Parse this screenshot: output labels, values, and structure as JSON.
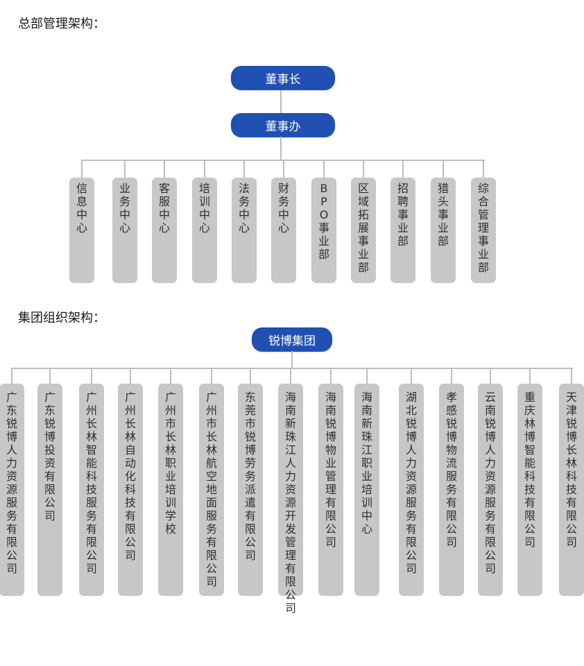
{
  "hq": {
    "title": "总部管理架构：",
    "chairman": "董事长",
    "office": "董事办",
    "departments": [
      "信息中心",
      "业务中心",
      "客服中心",
      "培训中心",
      "法务中心",
      "财务中心",
      "BPO事业部",
      "区域拓展事业部",
      "招聘事业部",
      "猎头事业部",
      "综合管理事业部"
    ]
  },
  "group": {
    "title": "集团组织架构：",
    "root": "锐博集团",
    "companies": [
      "广东锐博人力资源服务有限公司",
      "广东锐博投资有限公司",
      "广州长林智能科技服务有限公司",
      "广州长林自动化科技有限公司",
      "广州市长林职业培训学校",
      "广州市长林航空地面服务有限公司",
      "东莞市锐博劳务派遣有限公司",
      "海南新珠江人力资源开发管理有限公司",
      "海南锐博物业管理有限公司",
      "海南新珠江职业培训中心",
      "湖北锐博人力资源服务有限公司",
      "孝感锐博物流服务有限公司",
      "云南锐博人力资源服务有限公司",
      "重庆林博智能科技有限公司",
      "天津锐博长林科技有限公司"
    ]
  },
  "colors": {
    "accent": "#1f50b2",
    "box": "#c7c7c7",
    "line": "#bdbdbd",
    "text": "#2e2e2e"
  }
}
